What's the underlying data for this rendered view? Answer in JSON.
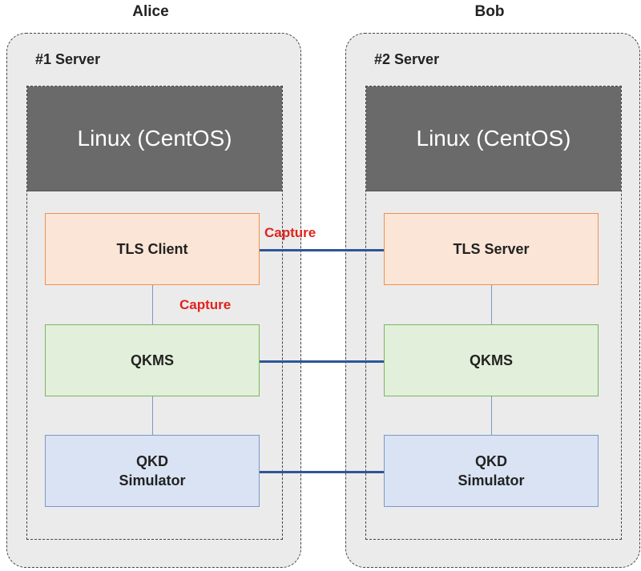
{
  "parties": {
    "left": "Alice",
    "right": "Bob"
  },
  "servers": {
    "left": {
      "title": "#1 Server",
      "os": "Linux (CentOS)",
      "tls": "TLS Client",
      "qkms": "QKMS",
      "qkd_line1": "QKD",
      "qkd_line2": "Simulator"
    },
    "right": {
      "title": "#2 Server",
      "os": "Linux (CentOS)",
      "tls": "TLS Server",
      "qkms": "QKMS",
      "qkd_line1": "QKD",
      "qkd_line2": "Simulator"
    }
  },
  "annotations": {
    "capture_top": "Capture",
    "capture_middle": "Capture"
  },
  "colors": {
    "link": "#2e5597",
    "capture": "#e0231d",
    "tls_fill": "#fbe5d6",
    "qkms_fill": "#e2efda",
    "qkd_fill": "#dae3f3",
    "os_fill": "#6a6a6a"
  }
}
